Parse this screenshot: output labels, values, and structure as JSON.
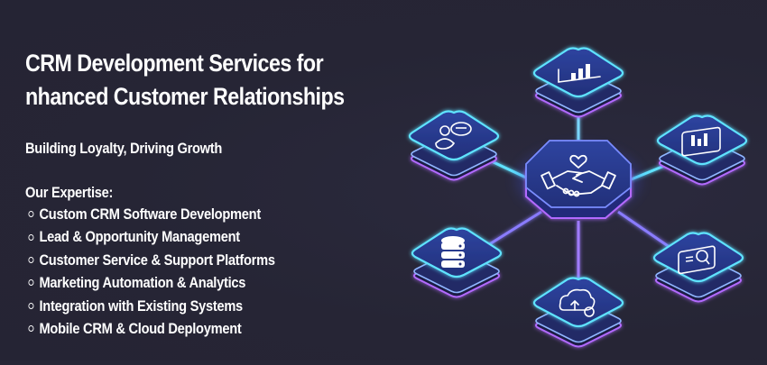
{
  "banner": {
    "title_lines": [
      "CRM Development Services for",
      "nhanced Customer Relationships"
    ],
    "tagline": "Building Loyalty, Driving Growth",
    "expertise": {
      "heading": "Our Expertise:",
      "bullet_glyph": "¤",
      "items": [
        "Custom CRM Software Development",
        "Lead & Opportunity Management",
        "Customer Service & Support Platforms",
        "Marketing Automation & Analytics",
        "Integration with Existing Systems",
        "Mobile CRM & Cloud Deployment"
      ]
    },
    "colors": {
      "background": "#272636",
      "text": "#ffffff",
      "node_fill": "#2a3a8c",
      "neon_cyan": "#5fe3ff",
      "neon_purple": "#b36bff"
    },
    "diagram": {
      "center_icon": "handshake-heart-icon",
      "nodes": [
        {
          "position": "top",
          "icon": "bar-chart-icon"
        },
        {
          "position": "upper-left",
          "icon": "users-chat-icon"
        },
        {
          "position": "upper-right",
          "icon": "tablet-chart-icon"
        },
        {
          "position": "lower-left",
          "icon": "database-icon"
        },
        {
          "position": "lower-right",
          "icon": "mobile-search-icon"
        },
        {
          "position": "bottom",
          "icon": "cloud-sync-icon"
        }
      ]
    }
  }
}
